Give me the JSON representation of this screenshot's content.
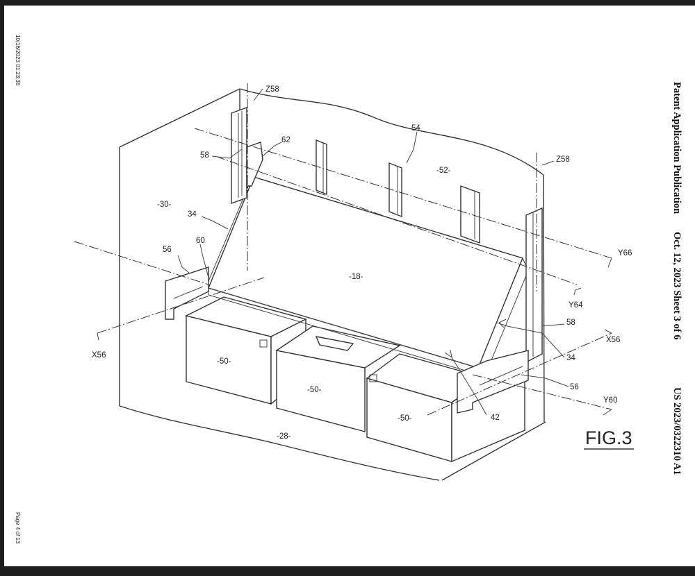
{
  "margin": {
    "timestamp": "10/16/2023 01:23:35",
    "page_number": "Page 4 of 13"
  },
  "header": {
    "title": "Patent Application Publication",
    "date_sheet": "Oct. 12, 2023  Sheet 3 of 6",
    "pub_number": "US 2023/0322310 A1"
  },
  "figure": {
    "title": "FIG.3",
    "labels": {
      "z58_left": "Z58",
      "z58_right": "Z58",
      "l54": "54",
      "l62": "62",
      "l58_left": "58",
      "l52": "-52-",
      "l30": "-30-",
      "l34_left": "34",
      "l60": "60",
      "l56_left": "56",
      "l18": "-18-",
      "y66": "Y66",
      "y64": "Y64",
      "l58_right": "58",
      "x56_left": "X56",
      "x56_right": "X56",
      "l34_right": "34",
      "l56_right": "56",
      "y60": "Y60",
      "l42": "42",
      "box1": "-50-",
      "box2": "-50-",
      "box3": "-50-",
      "l28": "-28-"
    }
  }
}
